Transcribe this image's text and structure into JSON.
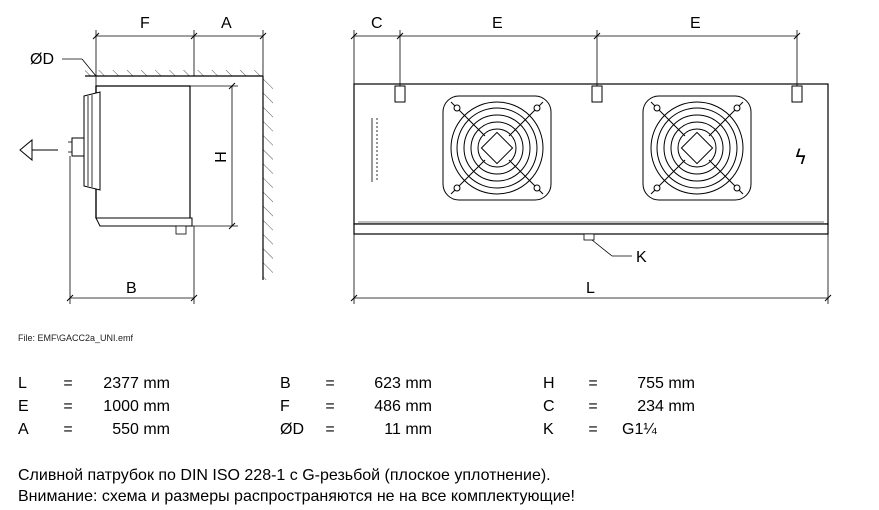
{
  "diagram": {
    "labels": {
      "F": "F",
      "A": "A",
      "OD": "ØD",
      "H": "H",
      "B": "B",
      "C": "C",
      "E1": "E",
      "E2": "E",
      "K": "K",
      "L": "L"
    },
    "electrical_symbol": "ϟ"
  },
  "file_caption": "File: EMF\\GACC2a_UNI.emf",
  "dimensions": {
    "rows": [
      [
        {
          "name": "L",
          "eq": "=",
          "value": "2377 mm"
        },
        {
          "name": "B",
          "eq": "=",
          "value": "623 mm"
        },
        {
          "name": "H",
          "eq": "=",
          "value": "755 mm"
        }
      ],
      [
        {
          "name": "E",
          "eq": "=",
          "value": "1000 mm"
        },
        {
          "name": "F",
          "eq": "=",
          "value": "486 mm"
        },
        {
          "name": "C",
          "eq": "=",
          "value": "234 mm"
        }
      ],
      [
        {
          "name": "A",
          "eq": "=",
          "value": "550 mm"
        },
        {
          "name": "ØD",
          "eq": "=",
          "value": "11 mm"
        },
        {
          "name": "K",
          "eq": "=",
          "value": "G1¼"
        }
      ]
    ]
  },
  "notes": {
    "line1": "Сливной патрубок по DIN ISO 228-1 с G-резьбой (плоское уплотнение).",
    "line2": "Внимание: схема и размеры распространяются не на все комплектующие!"
  }
}
